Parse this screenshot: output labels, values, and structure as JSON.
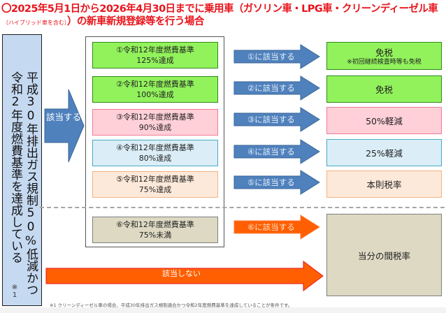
{
  "title": {
    "line1": "〇2025年5月1日から2026年4月30日までに乗用車（ガソリン車・LPG車・クリーンディーゼル車",
    "line2_small": "（ハイブリッド車を含む）",
    "line2_main": "）の新車新規登録等を行う場合"
  },
  "condition": {
    "column1": "平成30年排出ガス規制50%低減かつ",
    "column2": "令和2年度燃費基準を達成している",
    "note_mark": "※1",
    "applies_arrow": "該当する",
    "not_applies_arrow": "該当しない"
  },
  "criteria": [
    {
      "line1": "①令和12年度燃費基準",
      "line2": "125%達成",
      "arrow": "①に該当する",
      "result": "免税",
      "result_note": "※初回継続検査時等も免税",
      "fill": "#92f25c",
      "border": "#2f8a1c"
    },
    {
      "line1": "②令和12年度燃費基準",
      "line2": "100%達成",
      "arrow": "②に該当する",
      "result": "免税",
      "result_note": "",
      "fill": "#92f25c",
      "border": "#2f8a1c"
    },
    {
      "line1": "③令和12年度燃費基準",
      "line2": "90%達成",
      "arrow": "③に該当する",
      "result": "50%軽減",
      "result_note": "",
      "fill": "#ffd0d8",
      "border": "#f07a96"
    },
    {
      "line1": "④令和12年度燃費基準",
      "line2": "80%達成",
      "arrow": "④に該当する",
      "result": "25%軽減",
      "result_note": "",
      "fill": "#dbeef7",
      "border": "#47a9c6"
    },
    {
      "line1": "⑤令和12年度燃費基準",
      "line2": "75%達成",
      "arrow": "⑤に該当する",
      "result": "本則税率",
      "result_note": "",
      "fill": "#fde9d9",
      "border": "#f4b383"
    },
    {
      "line1": "⑥令和12年度燃費基準",
      "line2": "75%未満",
      "arrow": "⑥に該当する",
      "result": "当分の間税率",
      "result_note": "",
      "fill": "#ddd9c3",
      "border": "#7f7f7f"
    }
  ],
  "colors": {
    "title_red": "#e8141c",
    "blue_arrow": "#4f81bd",
    "orange_arrow": "#ff5f00",
    "left_box": "#c5d9f1"
  },
  "footnote": "※1 クリーンディーゼル車の場合、平成30年排出ガス規制適合かつ令和2年度燃費基準を達成していることが条件です。"
}
